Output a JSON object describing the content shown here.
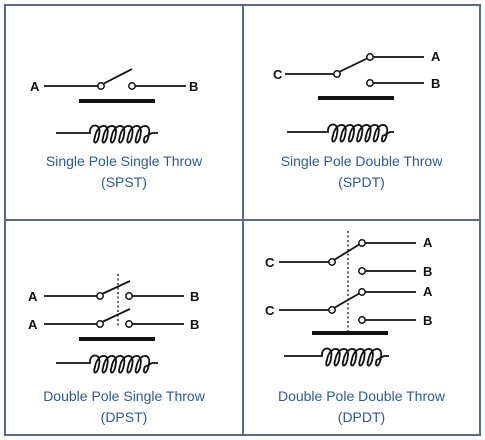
{
  "cells": {
    "spst": {
      "title": "Single Pole Single Throw",
      "abbr": "(SPST)",
      "labels": {
        "a": "A",
        "b": "B"
      }
    },
    "spdt": {
      "title": "Single Pole Double Throw",
      "abbr": "(SPDT)",
      "labels": {
        "c": "C",
        "a": "A",
        "b": "B"
      }
    },
    "dpst": {
      "title": "Double Pole Single Throw",
      "abbr": "(DPST)",
      "labels": {
        "a1": "A",
        "b1": "B",
        "a2": "A",
        "b2": "B"
      }
    },
    "dpdt": {
      "title": "Double Pole Double Throw",
      "abbr": "(DPDT)",
      "labels": {
        "c1": "C",
        "a1": "A",
        "b1": "B",
        "c2": "C",
        "a2": "A",
        "b2": "B"
      }
    }
  }
}
